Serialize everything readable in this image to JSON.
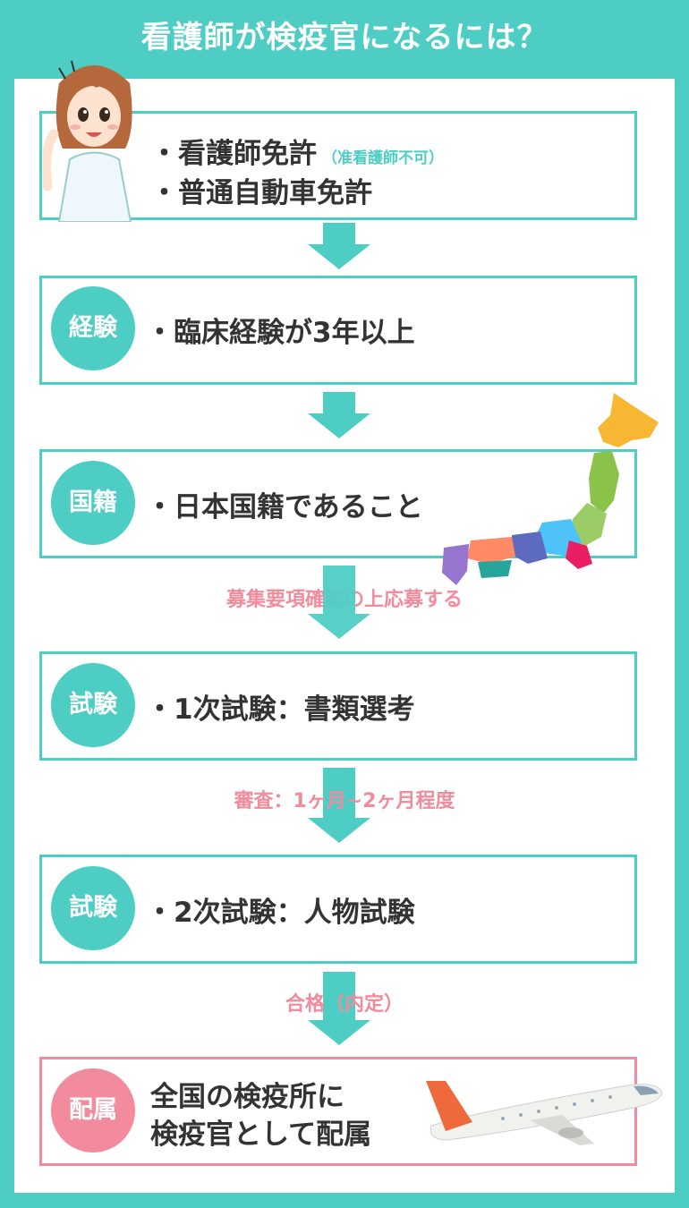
{
  "title": "看護師が検疫官になるには？",
  "steps": [
    {
      "lines": [
        "・看護師免許",
        "・普通自動車免許"
      ],
      "note": "（准看護師不可）"
    },
    {
      "badge": "経験",
      "text": "・臨床経験が3年以上"
    },
    {
      "badge": "国籍",
      "text": "・日本国籍であること"
    },
    {
      "badge": "試験",
      "text": "・1次試験：書類選考"
    },
    {
      "badge": "試験",
      "text": "・2次試験：人物試験"
    },
    {
      "badge": "配属",
      "lines": [
        "全国の検疫所に",
        "検疫官として配属"
      ]
    }
  ],
  "transitions": [
    "募集要項確認の上応募する",
    "審査：1ヶ月~2ヶ月程度",
    "合格（内定）"
  ],
  "colors": {
    "teal": "#4ecdc4",
    "pink": "#f28b9b",
    "text": "#333333"
  },
  "icons": [
    "nurse-illustration",
    "japan-map",
    "airplane"
  ]
}
